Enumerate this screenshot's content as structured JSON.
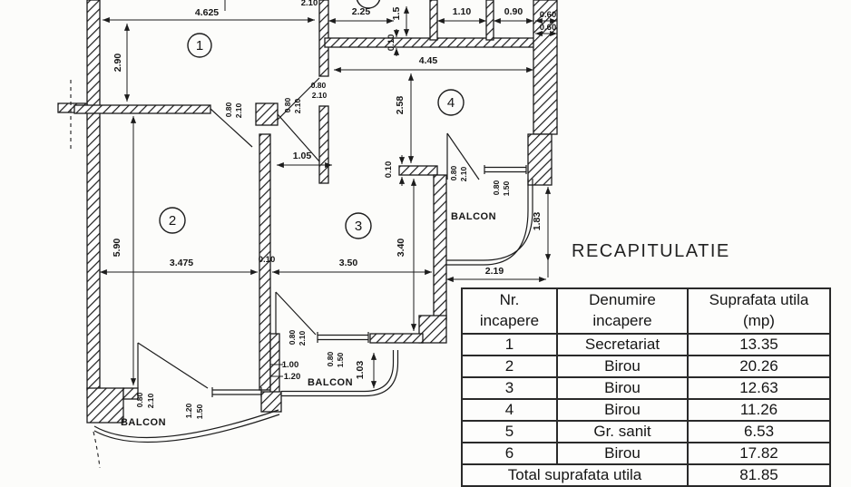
{
  "colors": {
    "ink": "#1c1c1c",
    "paper": "#fcfcfa"
  },
  "title": "RECAPITULATIE",
  "plan": {
    "rooms": [
      {
        "n": "1"
      },
      {
        "n": "2"
      },
      {
        "n": "3"
      },
      {
        "n": "4"
      }
    ],
    "balcons": [
      {
        "t": "BALCON"
      },
      {
        "t": "BALCON"
      },
      {
        "t": "BALCON"
      }
    ],
    "dims": {
      "a4625": "4.625",
      "a290": "2.90",
      "a225": "2.25",
      "a15": "1.5",
      "a010top": "0.10",
      "a110": "1.10",
      "a090": "0.90",
      "a060a": "0.60",
      "a060b": "0.60",
      "a445": "4.45",
      "a258": "2.58",
      "a010wall": "0.10",
      "a105": "1.05",
      "a590": "5.90",
      "a3475": "3.475",
      "a010mid": "0.10",
      "a350": "3.50",
      "a340": "3.40",
      "a183": "1.83",
      "a219": "2.19",
      "a100": "1.00",
      "a120": "1.20",
      "a103": "1.03",
      "a210cut": "2.10"
    },
    "openings": [
      {
        "w": "0.80",
        "h": "2.10"
      },
      {
        "w": "0.80",
        "h": "2.10"
      },
      {
        "w": "0.80",
        "h": "2.10"
      },
      {
        "w": "0.80",
        "h": "2.10"
      },
      {
        "w": "0.80",
        "h": "1.50"
      },
      {
        "w": "0.80",
        "h": "2.10"
      },
      {
        "w": "0.80",
        "h": "1.50"
      },
      {
        "w": "0.80",
        "h": "2.10"
      },
      {
        "w": "1.20",
        "h": "1.50"
      }
    ]
  },
  "table": {
    "headers": [
      {
        "l1": "Nr.",
        "l2": "incapere"
      },
      {
        "l1": "Denumire",
        "l2": "incapere"
      },
      {
        "l1": "Suprafata utila",
        "l2": "(mp)"
      }
    ],
    "rows": [
      {
        "nr": "1",
        "name": "Secretariat",
        "area": "13.35"
      },
      {
        "nr": "2",
        "name": "Birou",
        "area": "20.26"
      },
      {
        "nr": "3",
        "name": "Birou",
        "area": "12.63"
      },
      {
        "nr": "4",
        "name": "Birou",
        "area": "11.26"
      },
      {
        "nr": "5",
        "name": "Gr. sanit",
        "area": "6.53"
      },
      {
        "nr": "6",
        "name": "Birou",
        "area": "17.82"
      }
    ],
    "total": {
      "label": "Total suprafata utila",
      "value": "81.85"
    }
  }
}
